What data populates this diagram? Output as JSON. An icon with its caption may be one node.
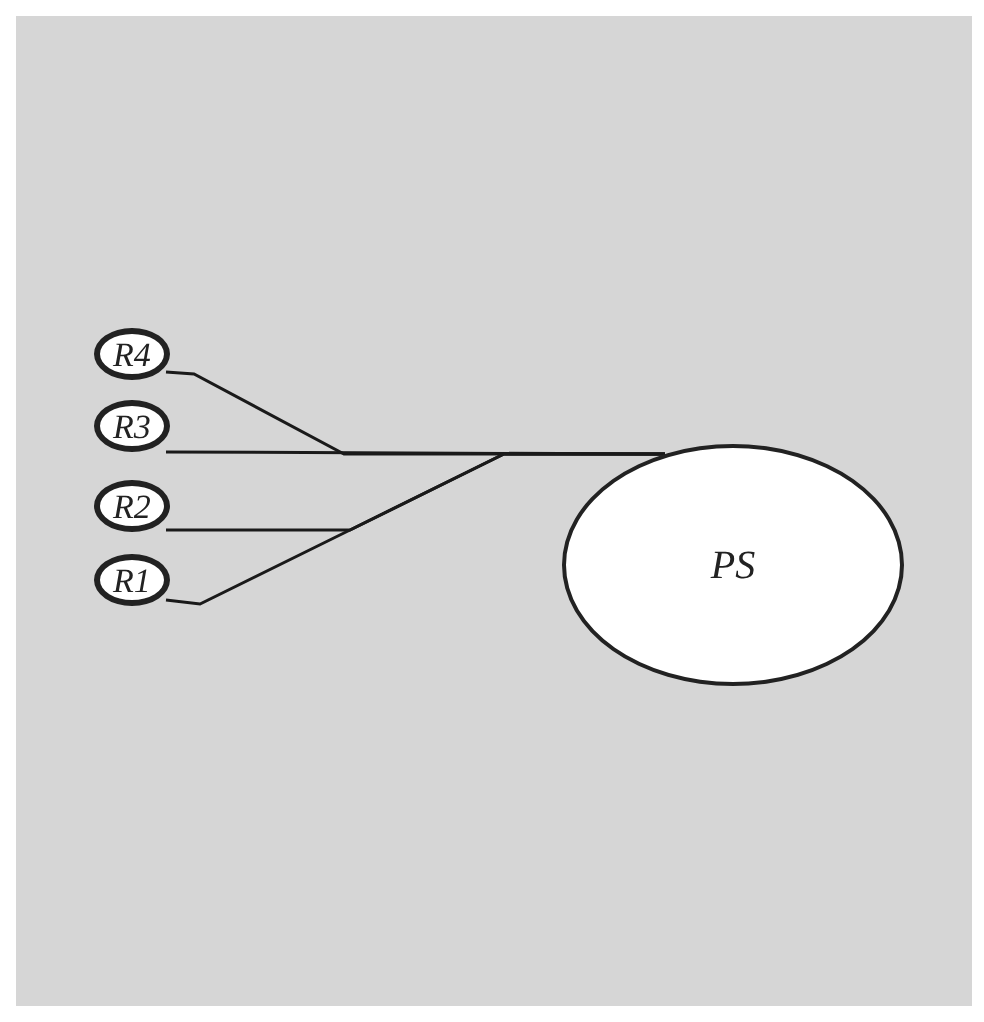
{
  "diagram": {
    "nodes": [
      {
        "text": [
          "R4"
        ]
      },
      {
        "text": [
          "R3"
        ]
      },
      {
        "text": [
          "R2"
        ]
      },
      {
        "text": [
          "R1"
        ]
      },
      {
        "text": [
          "PS"
        ]
      }
    ],
    "edges": [
      {
        "from": 0,
        "to": 4,
        "arrow": "none"
      },
      {
        "from": 1,
        "to": 4,
        "arrow": "none"
      },
      {
        "from": 2,
        "to": 4,
        "arrow": "none"
      },
      {
        "from": 3,
        "to": 4,
        "arrow": "none"
      }
    ]
  }
}
